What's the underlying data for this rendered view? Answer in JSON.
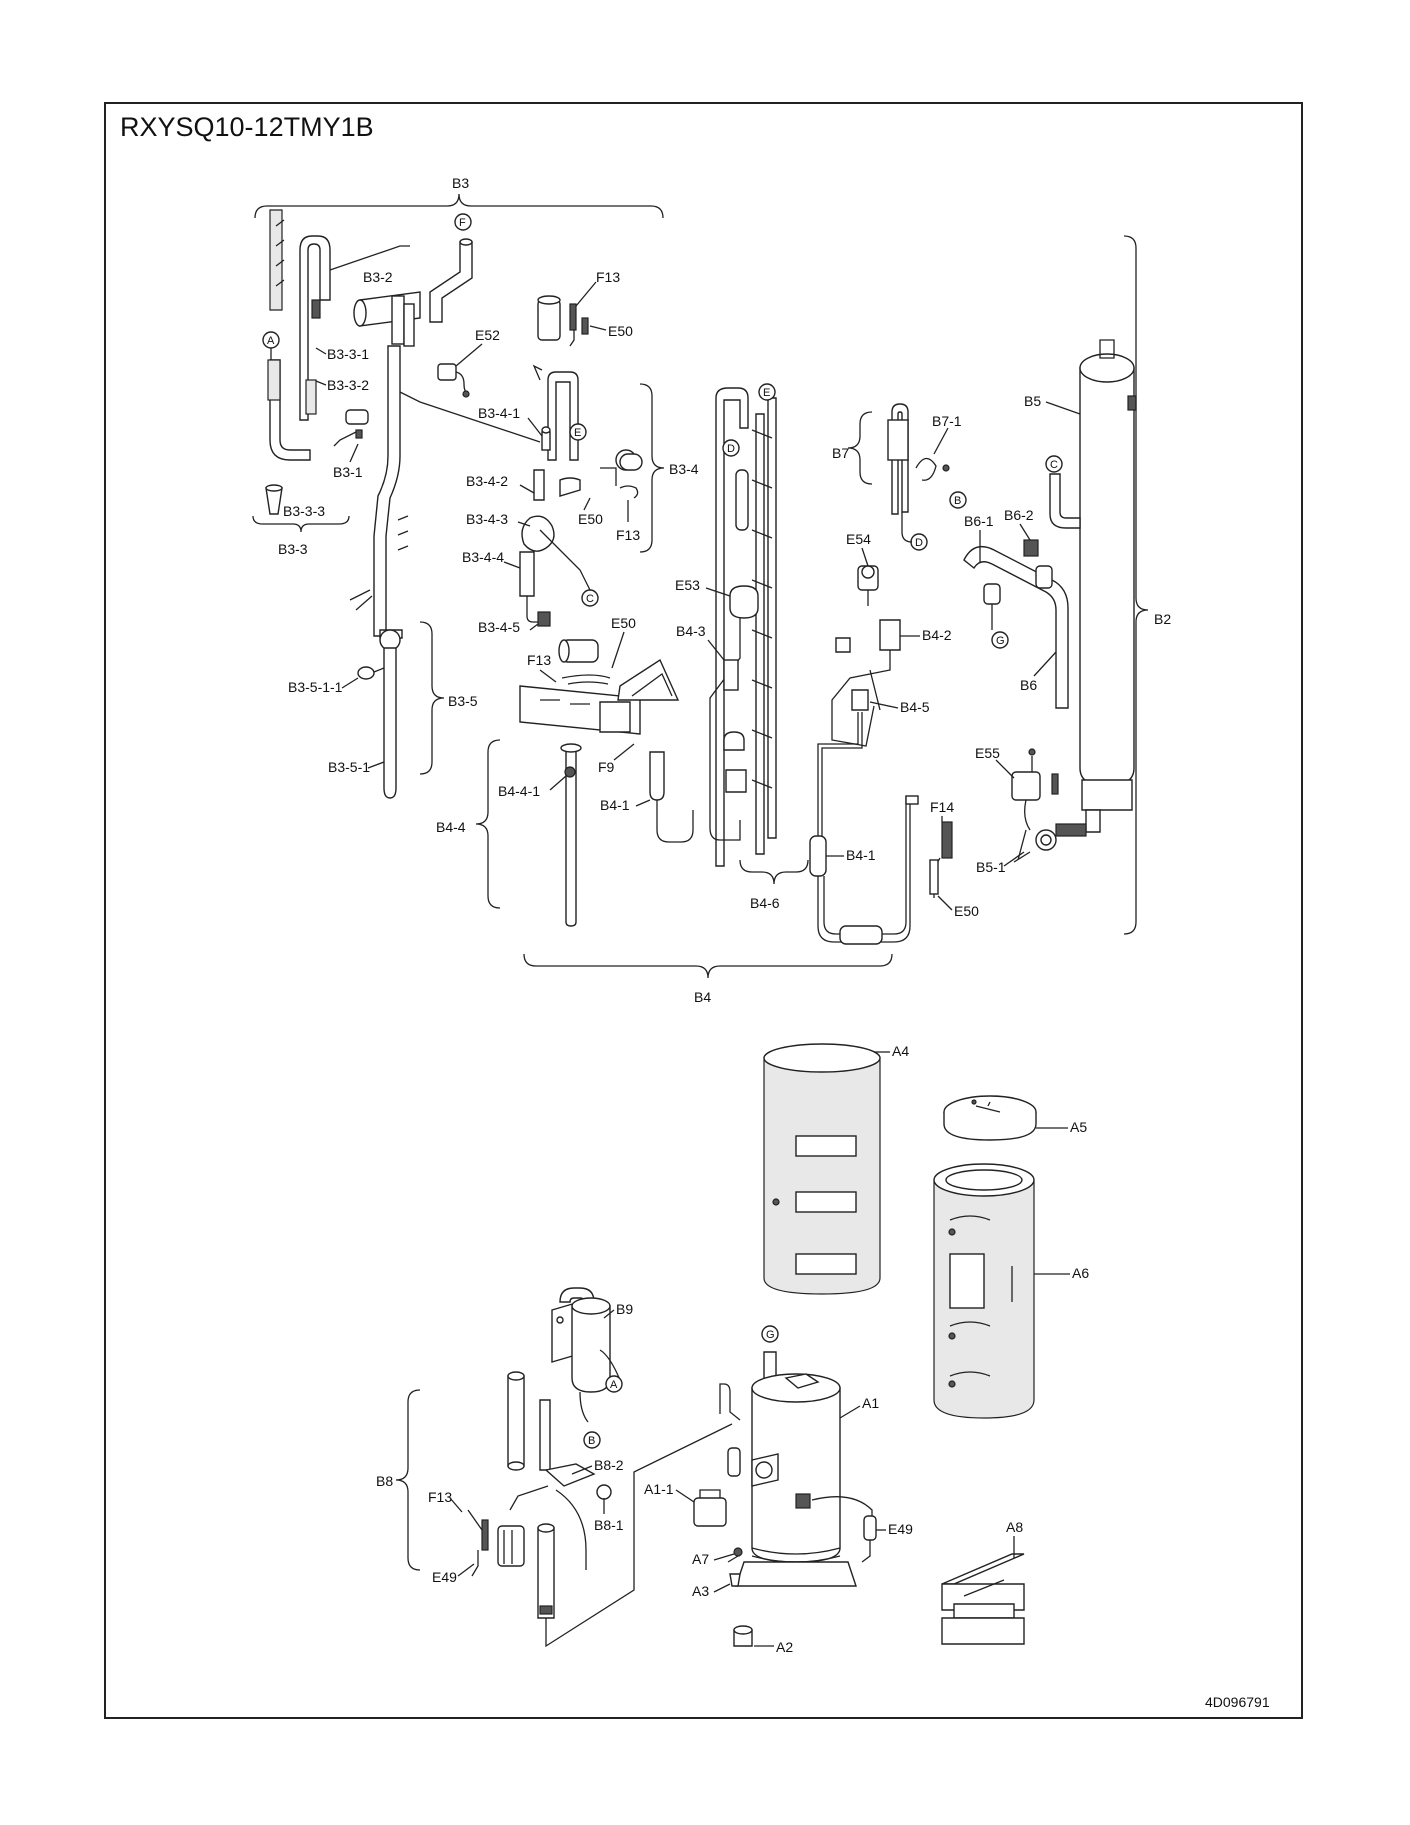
{
  "title": "RXYSQ10-12TMY1B",
  "doc_number": "4D096791",
  "labels": {
    "B3": "B3",
    "B3_2": "B3-2",
    "B3_3_1": "B3-3-1",
    "B3_3_2": "B3-3-2",
    "B3_1": "B3-1",
    "B3_3_3": "B3-3-3",
    "B3_3": "B3-3",
    "E52": "E52",
    "F13_top": "F13",
    "E50_top": "E50",
    "B3_4_1": "B3-4-1",
    "B3_4_2": "B3-4-2",
    "B3_4_3": "B3-4-3",
    "B3_4_4": "B3-4-4",
    "B3_4_5": "B3-4-5",
    "E50_b34": "E50",
    "F13_b34": "F13",
    "B3_4": "B3-4",
    "B3_5_1_1": "B3-5-1-1",
    "B3_5": "B3-5",
    "B3_5_1": "B3-5-1",
    "E50_mid": "E50",
    "F13_mid": "F13",
    "F9": "F9",
    "B4_4_1": "B4-4-1",
    "B4_4": "B4-4",
    "B4_1_left": "B4-1",
    "E53": "E53",
    "B4_3": "B4-3",
    "B4_6": "B4-6",
    "B4": "B4",
    "B7": "B7",
    "B7_1": "B7-1",
    "E54": "E54",
    "B4_2": "B4-2",
    "B4_5": "B4-5",
    "B4_1_right": "B4-1",
    "F14": "F14",
    "E50_right": "E50",
    "B5": "B5",
    "B6_1": "B6-1",
    "B6_2": "B6-2",
    "B6": "B6",
    "B2": "B2",
    "E55": "E55",
    "B5_1": "B5-1",
    "A4": "A4",
    "A5": "A5",
    "A6": "A6",
    "B9": "B9",
    "B8_2": "B8-2",
    "B8_1": "B8-1",
    "B8": "B8",
    "F13_bottom": "F13",
    "E49_left": "E49",
    "A1": "A1",
    "A1_1": "A1-1",
    "A7": "A7",
    "A3": "A3",
    "A2": "A2",
    "E49_right": "E49",
    "A8": "A8"
  },
  "connectors": {
    "A_top": "A",
    "F_top": "F",
    "E_b34": "E",
    "C_b34": "C",
    "E_b46": "E",
    "D_b46": "D",
    "D_b7": "D",
    "C_b5": "C",
    "B_b6": "B",
    "G_b6": "G",
    "A_b9": "A",
    "B_b9": "B",
    "G_a1": "G"
  },
  "colors": {
    "line": "#222222",
    "fill": "#e8e8e8",
    "dark": "#555555"
  }
}
